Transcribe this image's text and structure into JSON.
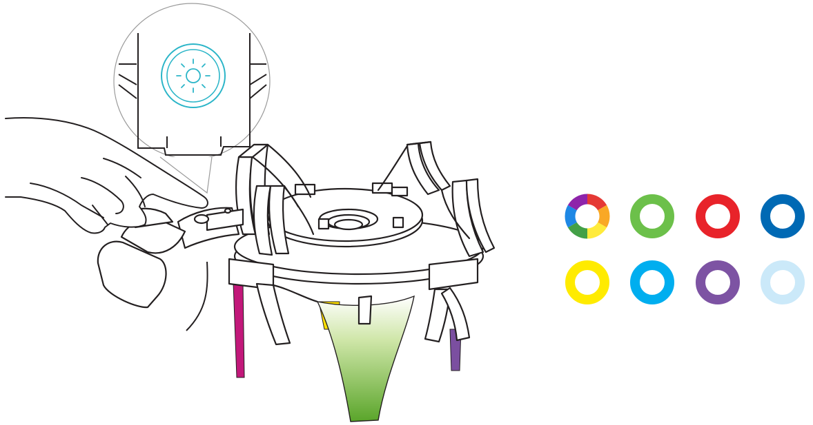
{
  "illustration": {
    "subject": "shock-mount-icon",
    "light_button_icon": "light-bulb-icon",
    "hand_icon": "pointing-hand-icon"
  },
  "colors": {
    "outline": "#231f20",
    "button_ring": "#2bb5c8",
    "leg_front": "#6cb33f",
    "leg_left": "#c2187a",
    "leg_back": "#ffe000",
    "leg_right": "#7b4fa0"
  },
  "color_options": [
    {
      "name": "rainbow-cycle",
      "colors": [
        "#e53935",
        "#f9a825",
        "#ffeb3b",
        "#43a047",
        "#1e88e5",
        "#8e24aa"
      ]
    },
    {
      "name": "green",
      "color": "#6cc04a"
    },
    {
      "name": "red",
      "color": "#e8232a"
    },
    {
      "name": "blue",
      "color": "#0069b4"
    },
    {
      "name": "yellow",
      "color": "#ffeb00"
    },
    {
      "name": "cyan",
      "color": "#00aeef"
    },
    {
      "name": "purple",
      "color": "#7d53a3"
    },
    {
      "name": "light-blue",
      "color": "#cbe9f9"
    }
  ]
}
